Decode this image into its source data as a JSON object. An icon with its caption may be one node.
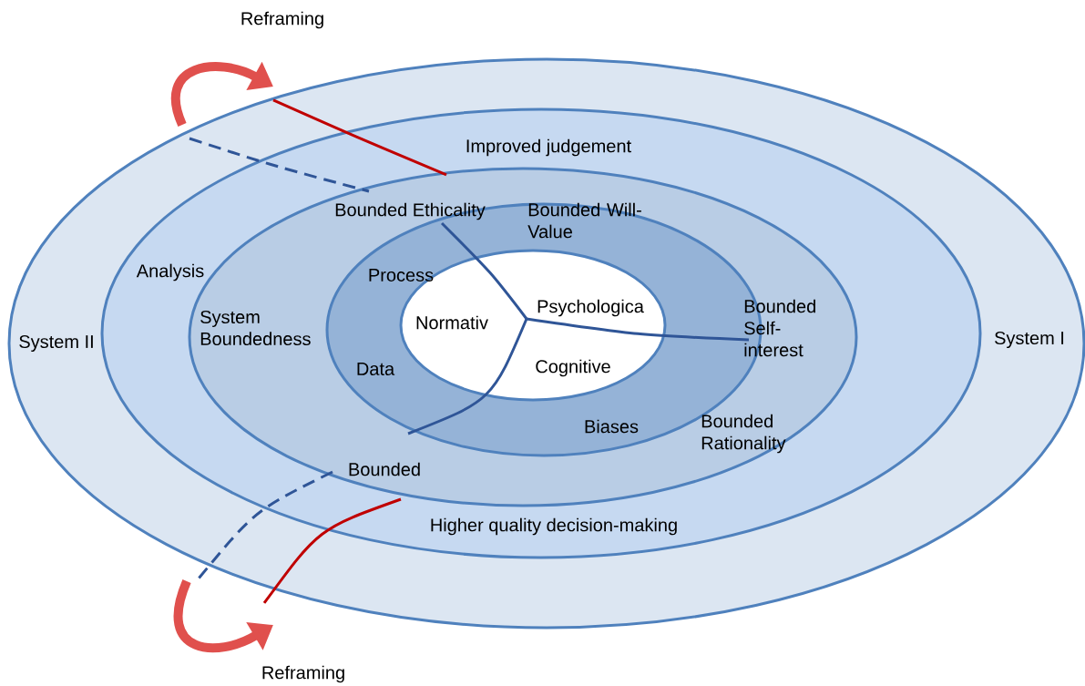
{
  "diagram": {
    "nodes": [
      {
        "text": [
          "System II",
          "System I"
        ]
      },
      {
        "text": [
          "Improved judgement",
          "Analysis",
          "Higher quality decision-making"
        ],
        "in": 0
      },
      {
        "text": [
          "Bounded Ethicality",
          "System Boundedness",
          "Bounded Self-interest",
          "Bounded Rationality",
          "Bounded"
        ],
        "in": 1
      },
      {
        "text": [
          "Bounded Will-Value",
          "Process",
          "Data",
          "Biases"
        ],
        "in": 2
      },
      {
        "text": [
          "Normativ",
          "Psychologica",
          "Cognitive"
        ],
        "in": 3
      }
    ],
    "labels": [
      "Reframing",
      "Reframing"
    ]
  }
}
